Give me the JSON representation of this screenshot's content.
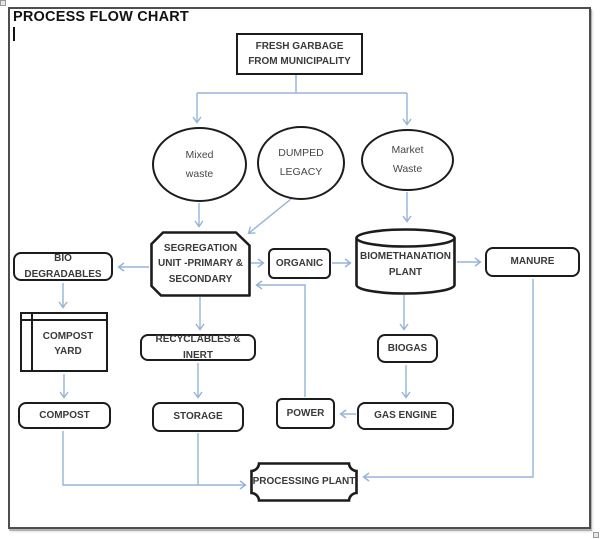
{
  "title": "PROCESS FLOW CHART",
  "colors": {
    "connector": "#95b3d7",
    "shape_border": "#1c1c1c",
    "frame_border": "#4e4e4e",
    "text": "#3a3a3a"
  },
  "nodes": {
    "fresh_garbage": {
      "label": "FRESH GARBAGE FROM MUNICIPALITY",
      "shape": "rectangle"
    },
    "mixed_waste": {
      "label": "Mixed waste",
      "shape": "ellipse"
    },
    "dumped_legacy": {
      "label": "DUMPED LEGACY",
      "shape": "ellipse"
    },
    "market_waste": {
      "label": "Market Waste",
      "shape": "ellipse"
    },
    "segregation_unit": {
      "label": "SEGREGATION UNIT -PRIMARY & SECONDARY",
      "shape": "snip-corner-rectangle"
    },
    "organic": {
      "label": "ORGANIC",
      "shape": "rounded-rectangle"
    },
    "biomethanation_plant": {
      "label": "BIOMETHANATION PLANT",
      "shape": "cylinder"
    },
    "manure": {
      "label": "MANURE",
      "shape": "rounded-rectangle"
    },
    "bio_degradables": {
      "label": "BIO DEGRADABLES",
      "shape": "rounded-rectangle"
    },
    "compost_yard": {
      "label": "COMPOST YARD",
      "shape": "framed-rectangle"
    },
    "recyclables_inert": {
      "label": "RECYCLABLES & INERT",
      "shape": "rounded-rectangle"
    },
    "biogas": {
      "label": "BIOGAS",
      "shape": "rounded-rectangle"
    },
    "compost": {
      "label": "COMPOST",
      "shape": "rounded-rectangle"
    },
    "storage": {
      "label": "STORAGE",
      "shape": "rounded-rectangle"
    },
    "power": {
      "label": "POWER",
      "shape": "rounded-rectangle"
    },
    "gas_engine": {
      "label": "GAS ENGINE",
      "shape": "rounded-rectangle"
    },
    "processing_plant": {
      "label": "PROCESSING PLANT",
      "shape": "plaque"
    }
  },
  "edges": [
    {
      "from": "fresh_garbage",
      "to": "mixed_waste"
    },
    {
      "from": "fresh_garbage",
      "to": "market_waste"
    },
    {
      "from": "mixed_waste",
      "to": "segregation_unit"
    },
    {
      "from": "dumped_legacy",
      "to": "segregation_unit"
    },
    {
      "from": "market_waste",
      "to": "biomethanation_plant"
    },
    {
      "from": "segregation_unit",
      "to": "organic"
    },
    {
      "from": "organic",
      "to": "biomethanation_plant"
    },
    {
      "from": "biomethanation_plant",
      "to": "manure"
    },
    {
      "from": "segregation_unit",
      "to": "bio_degradables"
    },
    {
      "from": "bio_degradables",
      "to": "compost_yard"
    },
    {
      "from": "compost_yard",
      "to": "compost"
    },
    {
      "from": "segregation_unit",
      "to": "recyclables_inert"
    },
    {
      "from": "recyclables_inert",
      "to": "storage"
    },
    {
      "from": "biomethanation_plant",
      "to": "biogas"
    },
    {
      "from": "biogas",
      "to": "gas_engine"
    },
    {
      "from": "gas_engine",
      "to": "power"
    },
    {
      "from": "power",
      "to": "segregation_unit"
    },
    {
      "from": "compost",
      "to": "processing_plant"
    },
    {
      "from": "storage",
      "to": "processing_plant"
    },
    {
      "from": "manure",
      "to": "processing_plant"
    }
  ]
}
